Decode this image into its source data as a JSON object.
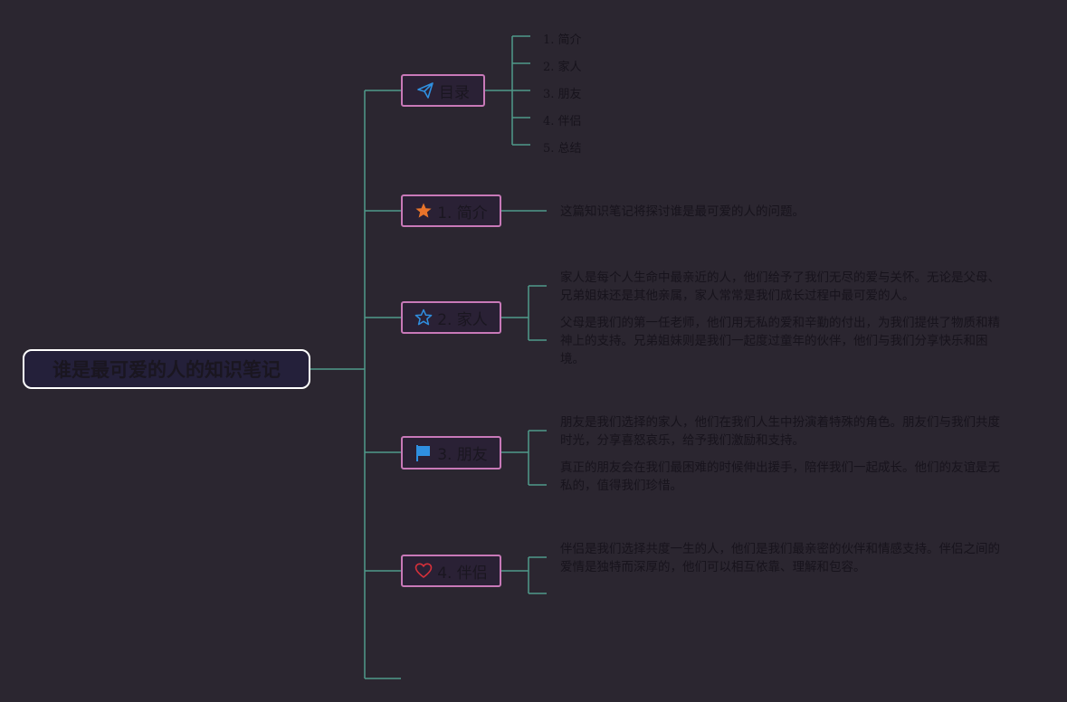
{
  "root": {
    "title": "谁是最可爱的人的知识笔记"
  },
  "toc": {
    "label": "目录",
    "icon": "paper-plane-icon",
    "items": [
      "1. 简介",
      "2. 家人",
      "3. 朋友",
      "4. 伴侣",
      "5. 总结"
    ]
  },
  "sections": [
    {
      "label": "1. 简介",
      "icon": "star-filled-icon",
      "paragraphs": [
        "这篇知识笔记将探讨谁是最可爱的人的问题。"
      ]
    },
    {
      "label": "2. 家人",
      "icon": "star-outline-icon",
      "paragraphs": [
        "家人是每个人生命中最亲近的人，他们给予了我们无尽的爱与关怀。无论是父母、兄弟姐妹还是其他亲属，家人常常是我们成长过程中最可爱的人。",
        "父母是我们的第一任老师，他们用无私的爱和辛勤的付出，为我们提供了物质和精神上的支持。兄弟姐妹则是我们一起度过童年的伙伴，他们与我们分享快乐和困境。"
      ]
    },
    {
      "label": "3. 朋友",
      "icon": "flag-icon",
      "paragraphs": [
        "朋友是我们选择的家人，他们在我们人生中扮演着特殊的角色。朋友们与我们共度时光，分享喜怒哀乐，给予我们激励和支持。",
        "真正的朋友会在我们最困难的时候伸出援手，陪伴我们一起成长。他们的友谊是无私的，值得我们珍惜。"
      ]
    },
    {
      "label": "4. 伴侣",
      "icon": "heart-icon",
      "paragraphs": [
        "伴侣是我们选择共度一生的人，他们是我们最亲密的伙伴和情感支持。伴侣之间的爱情是独特而深厚的，他们可以相互依靠、理解和包容。"
      ]
    }
  ],
  "colors": {
    "background": "#2b2630",
    "connector": "#4f9a8a",
    "node_border": "#c879b8",
    "root_border": "#ffffff",
    "icon_blue": "#2f8fe0",
    "icon_orange": "#e8742a",
    "icon_red": "#d6303a"
  }
}
